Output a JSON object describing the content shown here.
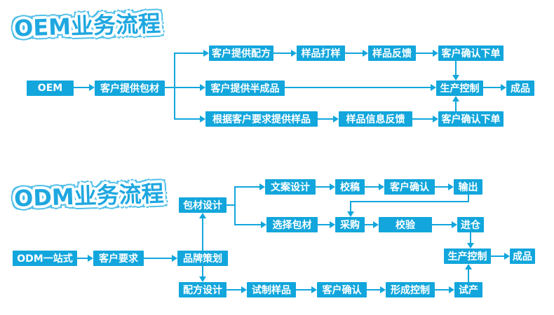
{
  "colors": {
    "box": "#12a6dc",
    "box_text": "#ffffff",
    "title_fill": "#1fa7e0",
    "title_outline": "#4fbfe9",
    "background": "#ffffff"
  },
  "oem": {
    "title": "OEM业务流程",
    "start": "OEM",
    "packaging": "客户提供包材",
    "row1": [
      "客户提供配方",
      "样品打样",
      "样品反馈",
      "客户确认下单"
    ],
    "row2": [
      "客户提供半成品",
      "生产控制",
      "成品"
    ],
    "row3": [
      "根据客户要求提供样品",
      "样品信息反馈",
      "客户确认下单"
    ]
  },
  "odm": {
    "title": "ODM业务流程",
    "main": [
      "ODM一站式",
      "客户要求",
      "品牌策划"
    ],
    "package_design": "包材设计",
    "copy_row": [
      "文案设计",
      "校稿",
      "客户确认",
      "输出"
    ],
    "material_row": [
      "选择包材",
      "采购",
      "校验",
      "进仓"
    ],
    "production_row": [
      "生产控制",
      "成品"
    ],
    "formula_row": [
      "配方设计",
      "试制样品",
      "客户确认",
      "形成控制",
      "试产"
    ]
  }
}
